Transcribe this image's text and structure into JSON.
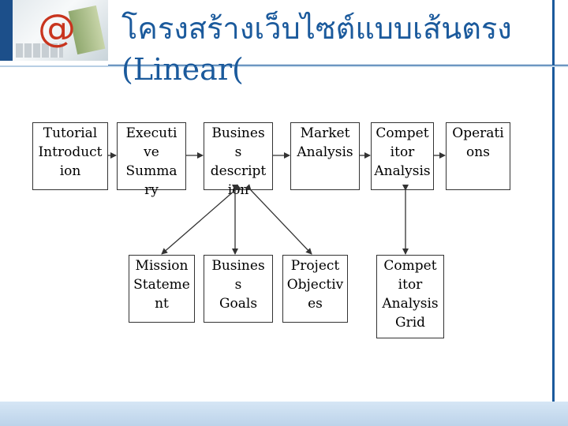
{
  "title": {
    "line1": "โครงสร้างเว็บไซต์แบบเส้นตรง",
    "line2": "(Linear("
  },
  "boxes": {
    "tutorial": "Tutorial\nIntroduct\nion",
    "executive": "Executi\nve\nSumma\nry",
    "business_desc": "Busines\ns\ndescript\nion",
    "market": "Market\nAnalysis",
    "competitor": "Compet\nitor\nAnalysis",
    "operations": "Operati\nons",
    "mission": "Mission\nStateme\nnt",
    "business_goals": "Busines\ns\nGoals",
    "project": "Project\nObjectiv\nes",
    "competitor_grid": "Compet\nitor\nAnalysis\nGrid"
  },
  "colors": {
    "title": "#1b5a9c",
    "arrow": "#333333",
    "accent_bar": "#1b5a9c"
  }
}
